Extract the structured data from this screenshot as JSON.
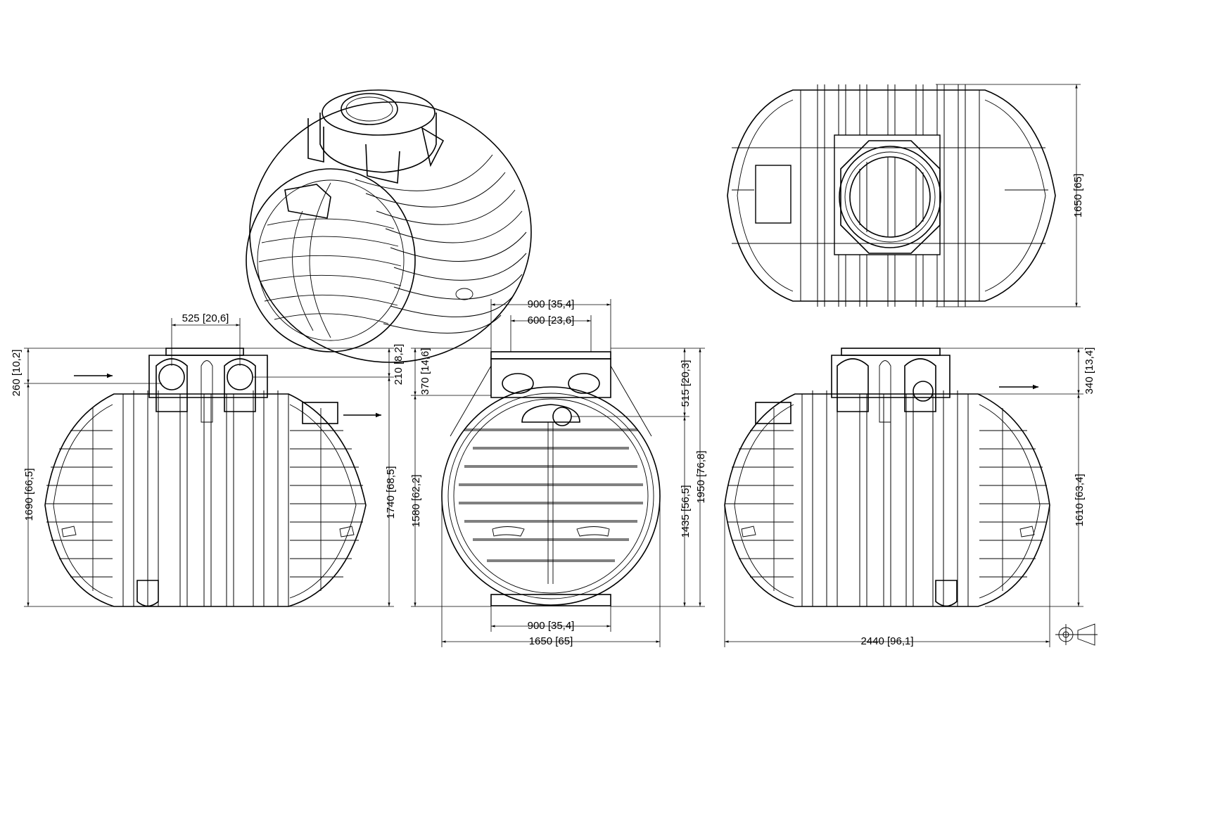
{
  "dimensions": {
    "side_left": {
      "inlet_spacing": "525 [20,6]",
      "top_offset": "260 [10,2]",
      "inlet_height": "1690 [66,5]",
      "outlet_offset": "210 [8,2]",
      "outlet_height": "1740 [68,5]"
    },
    "front": {
      "neck_outer": "900 [35,4]",
      "neck_inner": "600 [23,6]",
      "neck_height": "370 [14,6]",
      "body_height": "1580 [62,2]",
      "port_offset": "515 [20,3]",
      "port_height": "1435 [56,5]",
      "total_height": "1950 [76,8]",
      "base_width": "900 [35,4]",
      "diameter": "1650 [65]"
    },
    "top": {
      "width": "1650 [65]"
    },
    "side_right": {
      "outlet_offset": "340 [13,4]",
      "outlet_height": "1610 [63,4]",
      "length": "2440 [96,1]"
    }
  },
  "icons": {
    "projection_symbol": "third-angle-projection-icon",
    "flow_arrow": "flow-arrow-icon"
  }
}
